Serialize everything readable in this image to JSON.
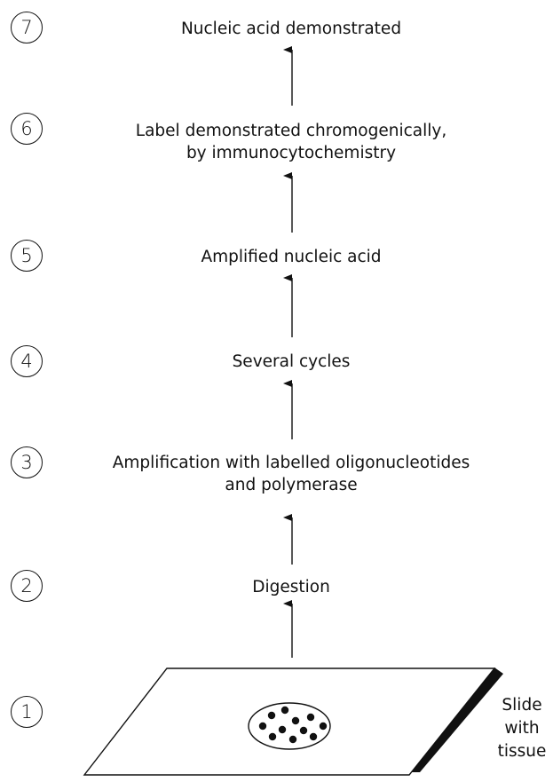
{
  "steps": [
    {
      "number": "7",
      "label": "Nucleic acid demonstrated"
    },
    {
      "number": "6",
      "label_line1": "Label demonstrated chromogenically,",
      "label_line2": "by immunocytochemistry"
    },
    {
      "number": "5",
      "label": "Amplified nucleic acid"
    },
    {
      "number": "4",
      "label": "Several cycles"
    },
    {
      "number": "3",
      "label_line1": "Amplification with labelled oligonucleotides",
      "label_line2": "and polymerase"
    },
    {
      "number": "2",
      "label": "Digestion"
    },
    {
      "number": "1"
    }
  ],
  "slide": {
    "label_line1": "Slide",
    "label_line2": "with tissue"
  }
}
